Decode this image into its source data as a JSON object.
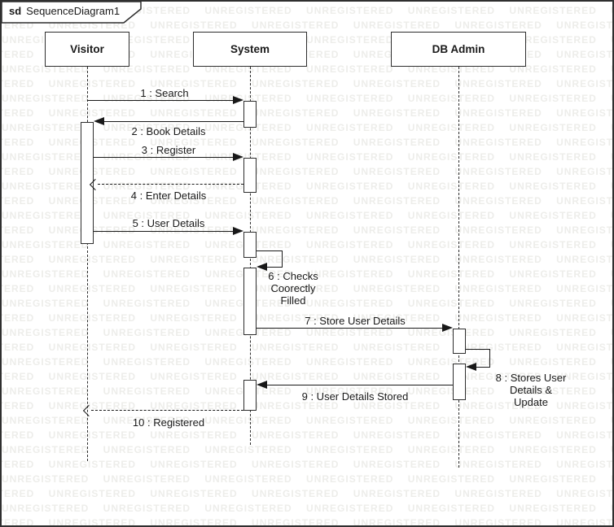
{
  "frame": {
    "keyword": "sd",
    "title": "SequenceDiagram1"
  },
  "watermark": {
    "text": "UNREGISTERED",
    "color": "#ededea"
  },
  "lifelines": [
    {
      "name": "Visitor"
    },
    {
      "name": "System"
    },
    {
      "name": "DB Admin"
    }
  ],
  "messages": [
    {
      "label": "1 : Search",
      "from": "Visitor",
      "to": "System",
      "type": "sync"
    },
    {
      "label": "2 : Book Details",
      "from": "System",
      "to": "Visitor",
      "type": "sync"
    },
    {
      "label": "3 : Register",
      "from": "Visitor",
      "to": "System",
      "type": "sync"
    },
    {
      "label": "4 : Enter Details",
      "from": "System",
      "to": "Visitor",
      "type": "return"
    },
    {
      "label": "5 : User Details",
      "from": "Visitor",
      "to": "System",
      "type": "sync"
    },
    {
      "label": "6 : Checks\nCoorectly\nFilled",
      "from": "System",
      "to": "System",
      "type": "self"
    },
    {
      "label": "7 : Store User Details",
      "from": "System",
      "to": "DB Admin",
      "type": "sync"
    },
    {
      "label": "8 : Stores User Details &\nUpdate",
      "from": "DB Admin",
      "to": "DB Admin",
      "type": "self"
    },
    {
      "label": "9 : User Details Stored",
      "from": "DB Admin",
      "to": "System",
      "type": "sync"
    },
    {
      "label": "10 : Registered",
      "from": "System",
      "to": "Visitor",
      "type": "return"
    }
  ]
}
